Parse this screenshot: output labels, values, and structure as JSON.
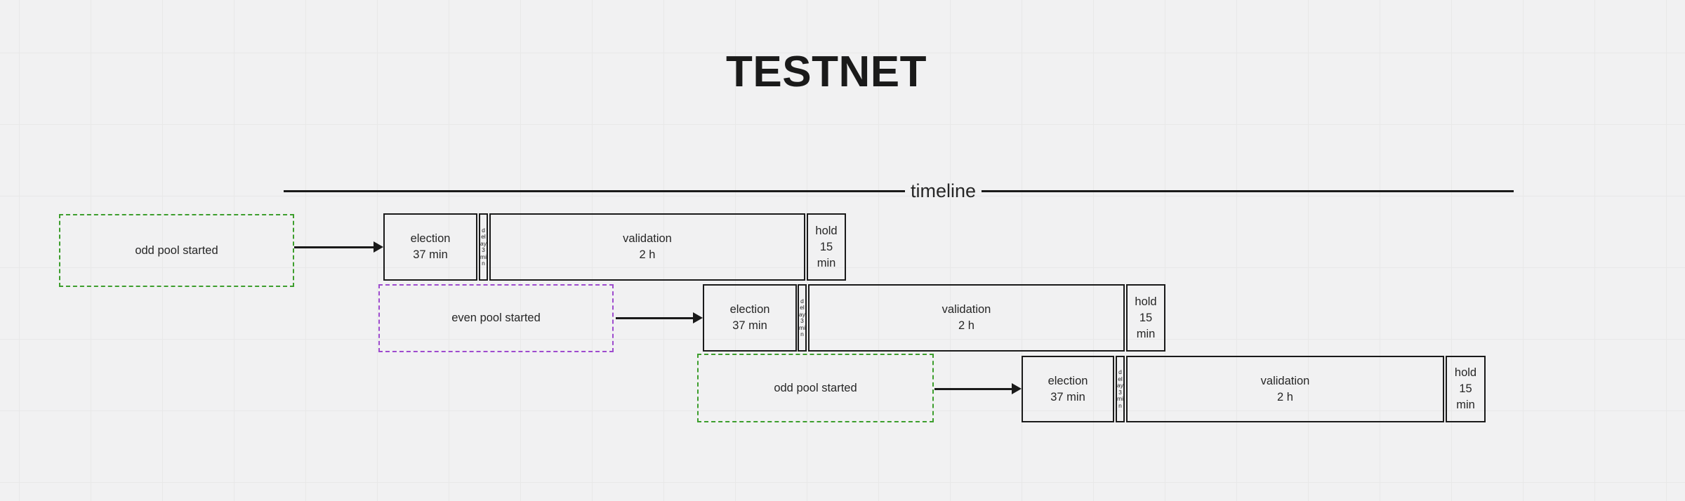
{
  "title": "TESTNET",
  "timeline": {
    "label": "timeline"
  },
  "colors": {
    "green": "#3d9e2d",
    "purple": "#9e4bce",
    "stroke": "#1a1a1a",
    "background": "#f1f1f2"
  },
  "rows": [
    {
      "pool": {
        "label": "odd pool started",
        "color": "green"
      },
      "phases": {
        "election": {
          "name": "election",
          "duration": "37 min"
        },
        "delay": {
          "label": "delay 3 min"
        },
        "validation": {
          "name": "validation",
          "duration": "2 h"
        },
        "hold": {
          "name": "hold",
          "duration": "15 min"
        }
      }
    },
    {
      "pool": {
        "label": "even pool started",
        "color": "purple"
      },
      "phases": {
        "election": {
          "name": "election",
          "duration": "37 min"
        },
        "delay": {
          "label": "delay 3 min"
        },
        "validation": {
          "name": "validation",
          "duration": "2 h"
        },
        "hold": {
          "name": "hold",
          "duration": "15 min"
        }
      }
    },
    {
      "pool": {
        "label": "odd pool started",
        "color": "green"
      },
      "phases": {
        "election": {
          "name": "election",
          "duration": "37 min"
        },
        "delay": {
          "label": "delay 3 min"
        },
        "validation": {
          "name": "validation",
          "duration": "2 h"
        },
        "hold": {
          "name": "hold",
          "duration": "15 min"
        }
      }
    }
  ]
}
